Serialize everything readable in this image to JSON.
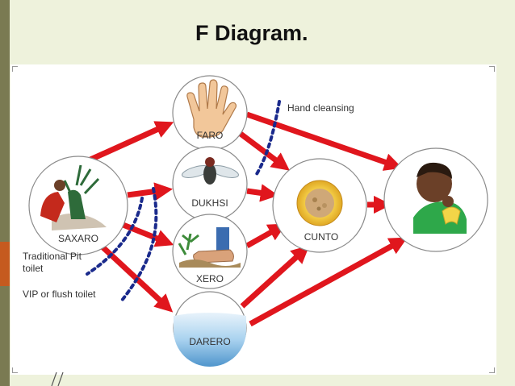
{
  "slide": {
    "title": "F Diagram."
  },
  "nodes": {
    "saxaro": "SAXARO",
    "faro": "FARO",
    "dukhsi": "DUKHSI",
    "xero": "XERO",
    "darero": "DARERO",
    "cunto": "CUNTO"
  },
  "barriers": {
    "hand_cleansing": "Hand cleansing",
    "traditional_pit_line1": "Traditional Pit",
    "traditional_pit_line2": "toilet",
    "vip_flush": "VIP or flush toilet"
  },
  "colors": {
    "arrow": "#e0161d",
    "barrier": "#1a2a8c",
    "circle_stroke": "#8a8a8a",
    "water": "#7fb8e0",
    "shirt": "#2ea84a"
  }
}
